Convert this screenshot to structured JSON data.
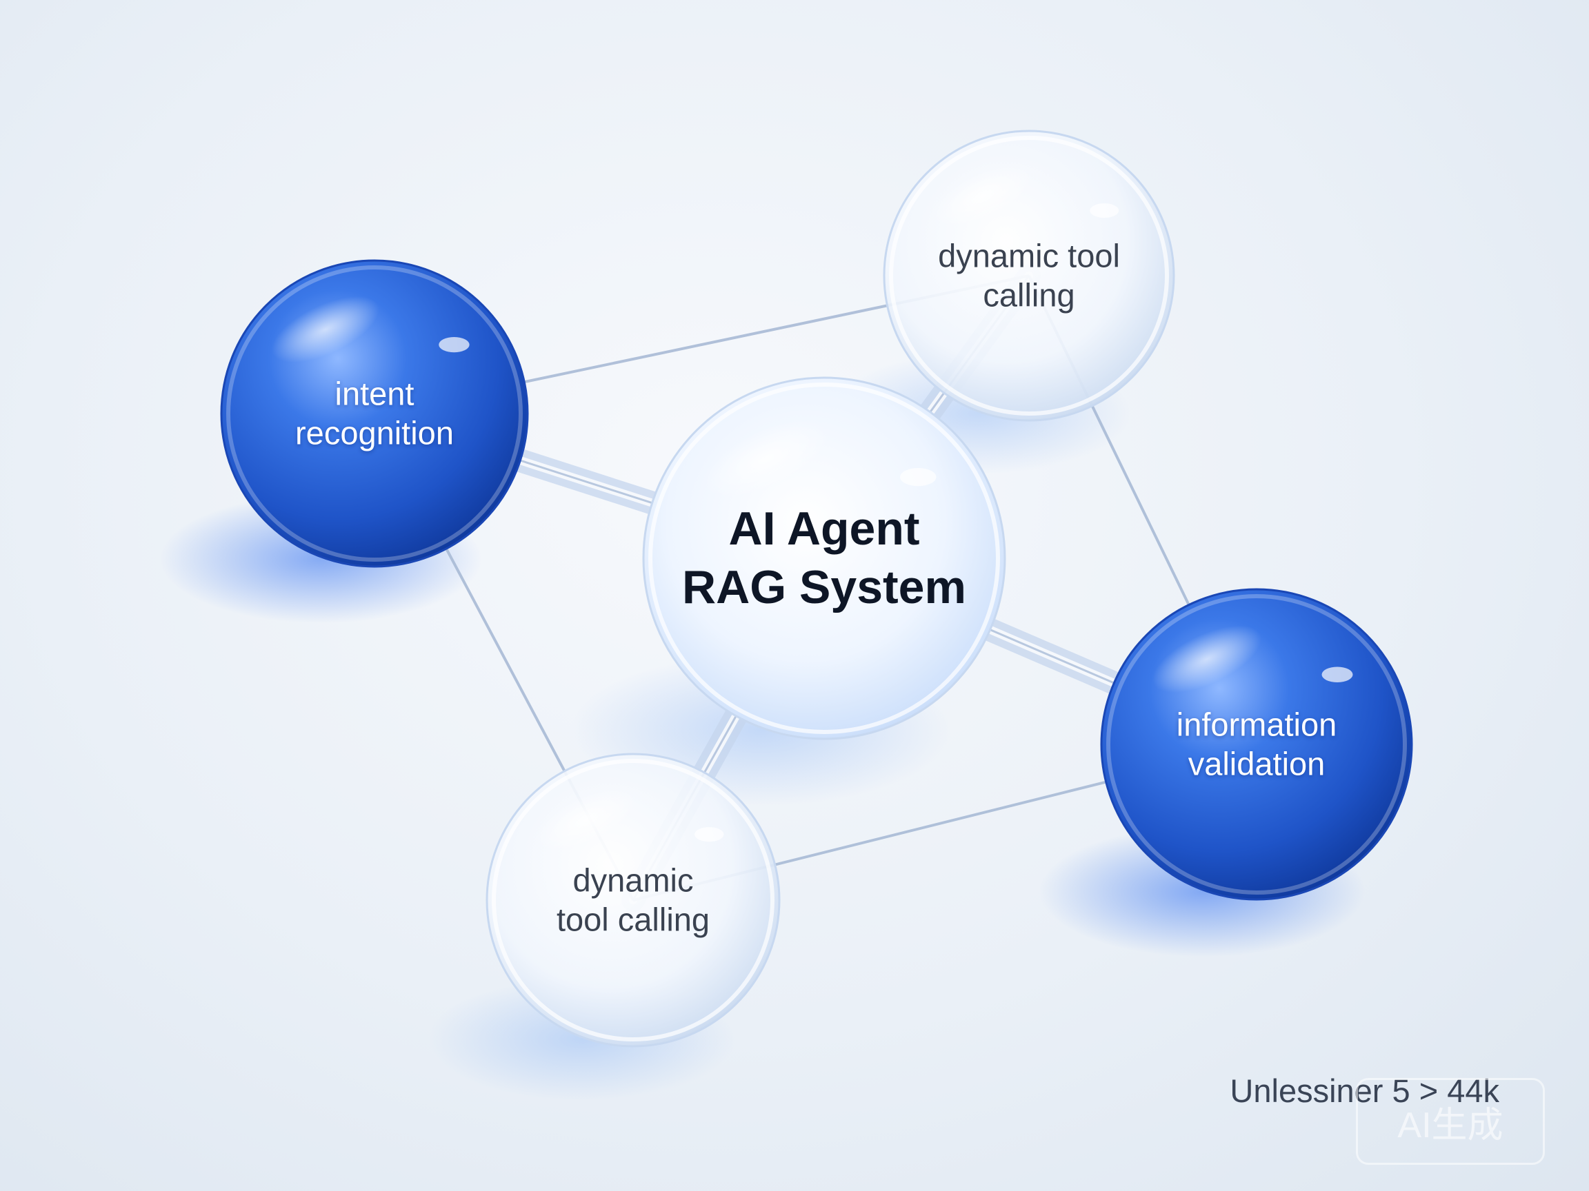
{
  "diagram": {
    "center": {
      "lines": [
        "AI Agent",
        "RAG System"
      ]
    },
    "nodes": [
      {
        "id": "intent",
        "style": "blue",
        "lines": [
          "intent",
          "recognition"
        ]
      },
      {
        "id": "tool_top",
        "style": "clear",
        "lines": [
          "dynamic tool",
          "calling"
        ]
      },
      {
        "id": "validation",
        "style": "blue",
        "lines": [
          "information",
          "validation"
        ]
      },
      {
        "id": "tool_bottom",
        "style": "clear",
        "lines": [
          "dynamic",
          "tool calling"
        ]
      }
    ],
    "edges": [
      [
        "intent",
        "center"
      ],
      [
        "tool_top",
        "center"
      ],
      [
        "validation",
        "center"
      ],
      [
        "tool_bottom",
        "center"
      ],
      [
        "intent",
        "tool_top"
      ],
      [
        "tool_top",
        "validation"
      ],
      [
        "validation",
        "tool_bottom"
      ],
      [
        "tool_bottom",
        "intent"
      ]
    ]
  },
  "footer": {
    "text": "Unlessiner 5 > 44k"
  },
  "watermark": {
    "text": "AI生成"
  },
  "colors": {
    "blue_sphere": "#2a63d6",
    "blue_sphere_dark": "#0f3ea8",
    "connector": "#9fb4d4",
    "background": "#eef2f8"
  }
}
